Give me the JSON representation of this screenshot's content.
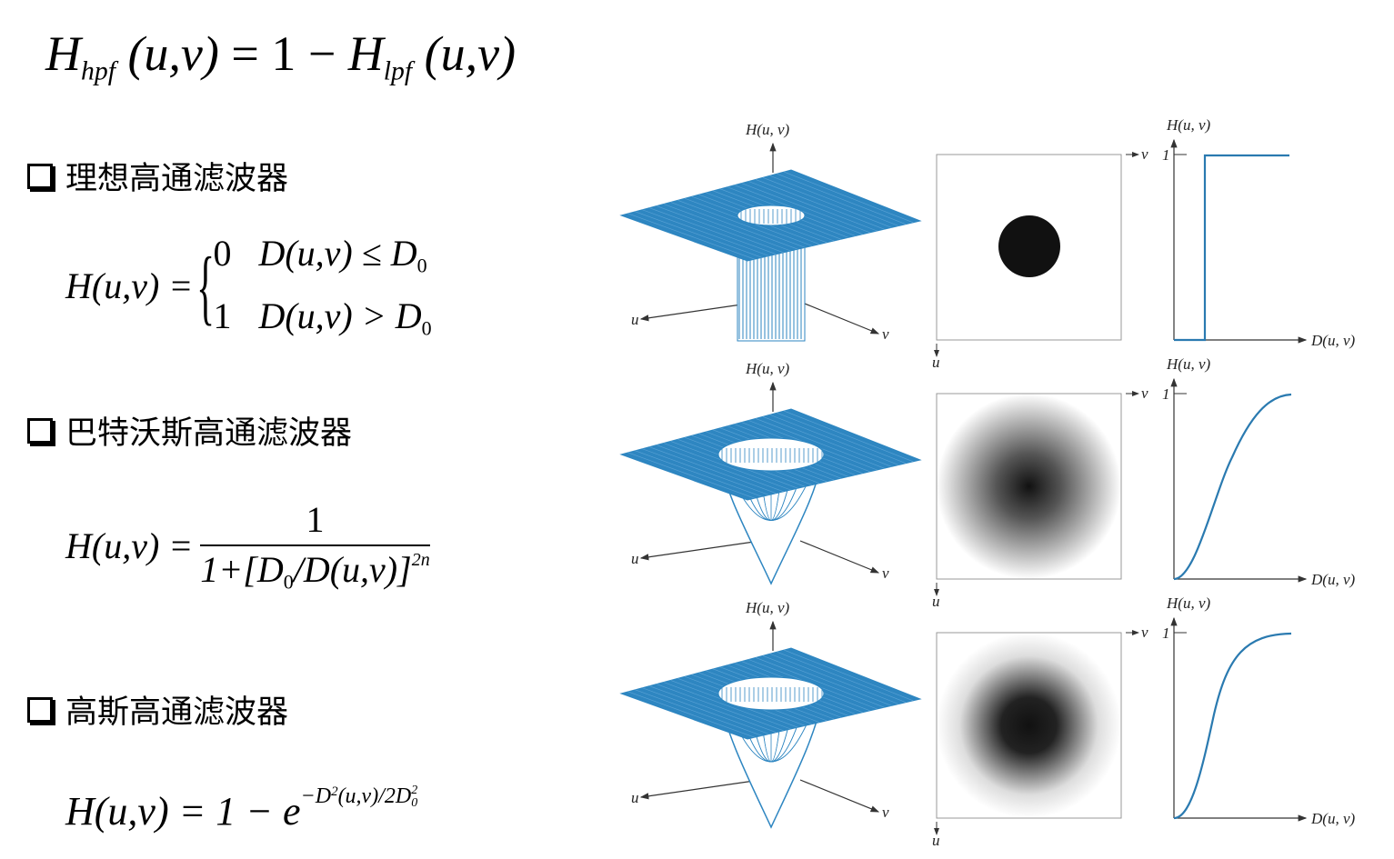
{
  "main_formula": {
    "lhs": "H",
    "lhs_sub": "hpf",
    "args": "(u,v)",
    "eq": "= 1 −",
    "rhs": "H",
    "rhs_sub": "lpf",
    "rhs_args": "(u,v)"
  },
  "sections": [
    {
      "title": "理想高通滤波器",
      "formula": {
        "lhs": "H(u,v) =",
        "case1_val": "0",
        "case1_cond": "D(u,v) ≤ D",
        "case1_sub": "0",
        "case2_val": "1",
        "case2_cond": "D(u,v) > D",
        "case2_sub": "0"
      }
    },
    {
      "title": "巴特沃斯高通滤波器",
      "formula": {
        "lhs": "H(u,v) =",
        "num": "1",
        "den_a": "1+[D",
        "den_sub": "0",
        "den_b": "/D(u,v)]",
        "den_sup": "2n"
      }
    },
    {
      "title": "高斯高通滤波器",
      "formula": {
        "lhs": "H(u,v) = 1 − e",
        "exp_a": "−D",
        "exp_sup": "2",
        "exp_b": "(u,v)/2D",
        "exp_sub": "0",
        "exp_sup2": "2"
      }
    }
  ],
  "plots": {
    "surface_label": "H(u, v)",
    "u_label": "u",
    "v_label": "v",
    "profile_y_label": "H(u, v)",
    "profile_x_label": "D(u, v)",
    "tick_one": "1",
    "rows": [
      "ideal",
      "butterworth",
      "gaussian"
    ],
    "surface_color": "#2e86c1",
    "curve_color": "#2a7ab0"
  }
}
